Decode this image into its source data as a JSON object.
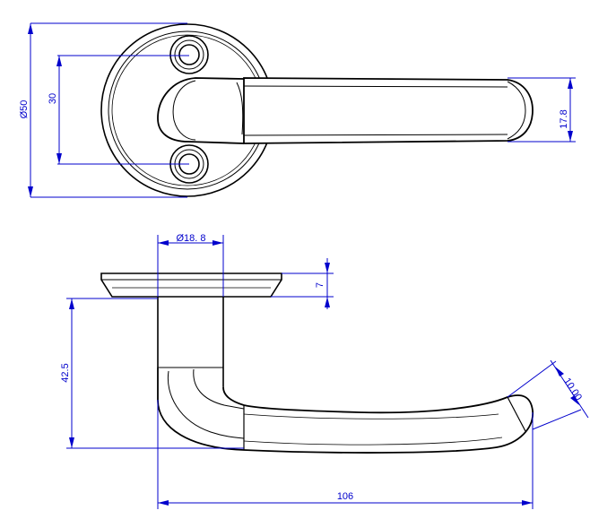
{
  "drawing": {
    "line_color": "#000000",
    "dimension_color": "#0000cc"
  },
  "dimensions": {
    "rose_diameter": "Ø50",
    "screw_spacing": "30",
    "lever_width": "17.8",
    "neck_diameter": "Ø18. 8",
    "rose_thickness": "7",
    "lever_height": "42.5",
    "lever_length": "106",
    "tip_width": "10.00"
  }
}
